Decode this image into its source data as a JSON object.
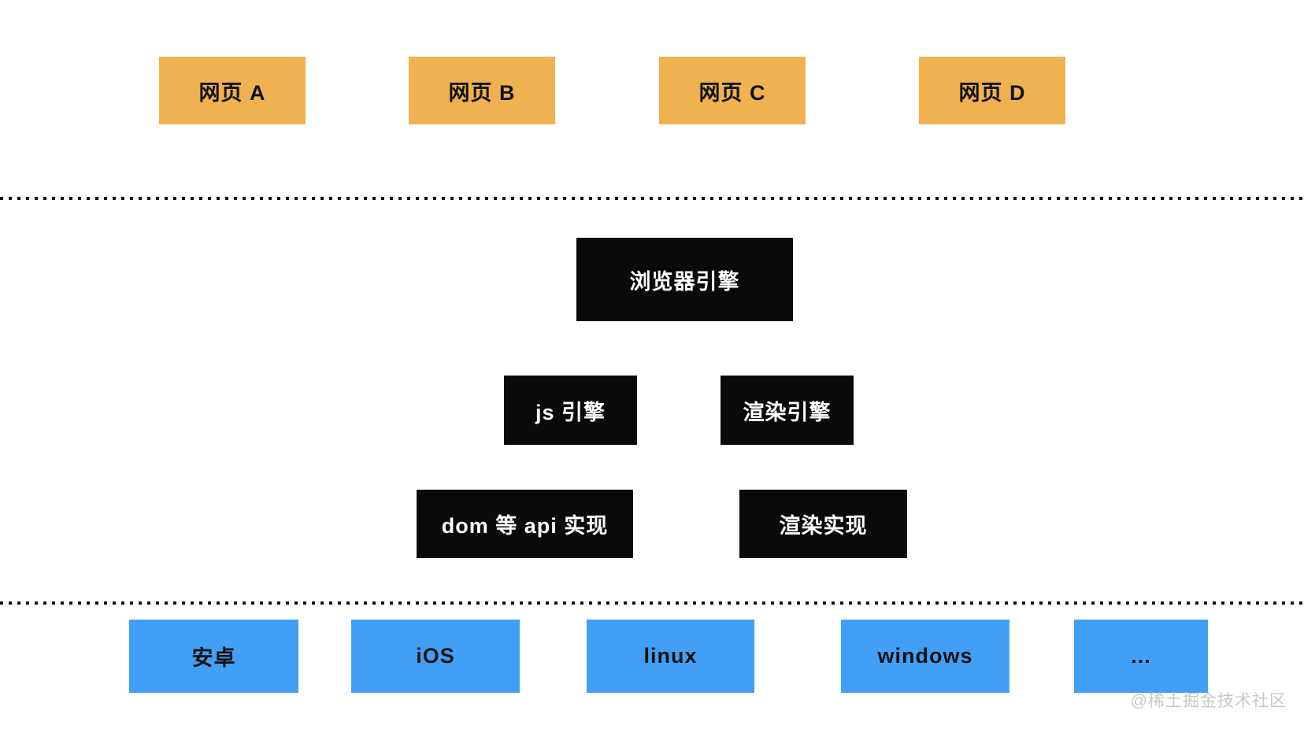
{
  "colors": {
    "page_background": "#ffffff",
    "webpage_box": "#F0B150",
    "engine_box": "#0a0a0a",
    "platform_box": "#41A0F6",
    "box_text_dark": "#111111",
    "box_text_light": "#ffffff",
    "divider_dot": "#111111",
    "watermark": "#c8c8c8"
  },
  "webpages": [
    "网页 A",
    "网页 B",
    "网页 C",
    "网页 D"
  ],
  "engine_layer": {
    "browser_engine": "浏览器引擎",
    "js_engine": "js 引擎",
    "render_engine": "渲染引擎",
    "dom_api_impl": "dom 等 api 实现",
    "render_impl": "渲染实现"
  },
  "platforms": [
    "安卓",
    "iOS",
    "linux",
    "windows",
    "..."
  ],
  "watermark": "@稀土掘金技术社区"
}
